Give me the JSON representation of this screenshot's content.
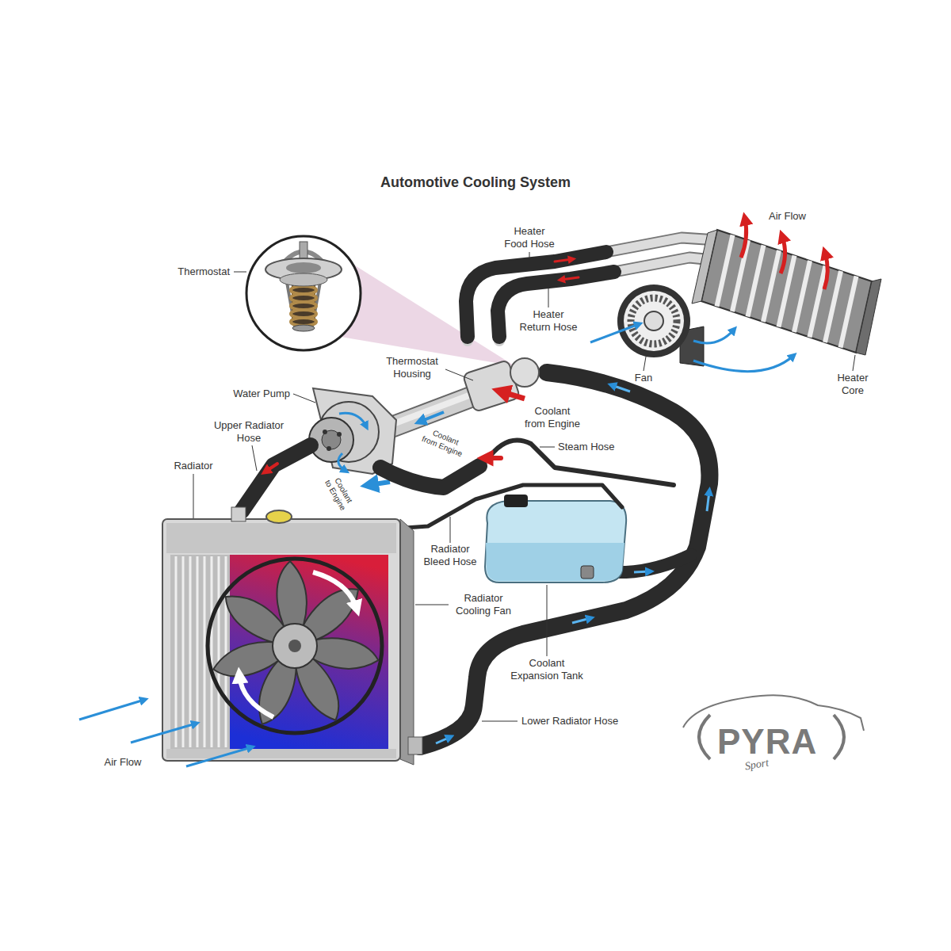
{
  "diagram": {
    "title": "Automotive Cooling System",
    "labels": [
      "Thermostat",
      "Heater Food Hose",
      "Air Flow",
      "Heater Return Hose",
      "Thermostat Housing",
      "Water Pump",
      "Coolant from Engine",
      "Upper Radiator Hose",
      "Coolant from Engine",
      "Steam Hose",
      "Radiator",
      "Coolant to Engine",
      "Fan",
      "Heater Core",
      "Radiator Bleed Hose",
      "Radiator Cooling Fan",
      "Coolant Expansion Tank",
      "Lower Radiator Hose",
      "Air Flow",
      "PYRA",
      "Sport"
    ]
  }
}
